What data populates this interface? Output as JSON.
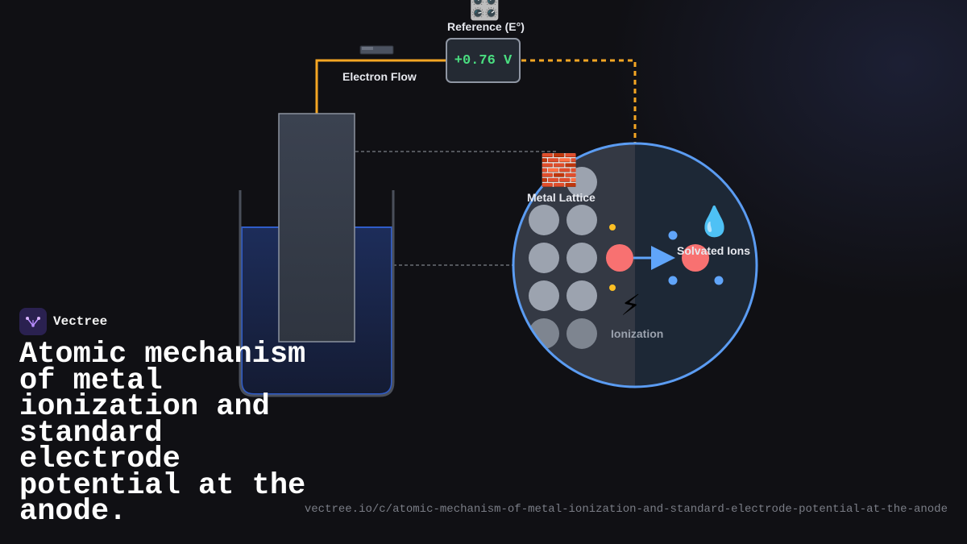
{
  "diagram": {
    "electron_flow_label": "Electron Flow",
    "reference_label": "Reference (E°)",
    "voltage": "+0.76 V",
    "metal_lattice_label": "Metal Lattice",
    "solvated_ions_label": "Solvated Ions",
    "ionization_label": "Ionization",
    "icons": {
      "battery": "battery-icon",
      "reference": "control-knobs-icon",
      "lattice": "brick-icon",
      "solvated": "droplet-icon",
      "ionization": "lightning-icon"
    },
    "colors": {
      "wire": "#f5a623",
      "voltage_text": "#4ade80",
      "electrolyte": "#1c2b55",
      "beaker_outline": "#2f5cc9",
      "zoom_outline": "#5b9cf2",
      "metal_atom": "#9ca3af",
      "ion": "#f87171",
      "electron": "#fbbf24",
      "water": "#60a5fa",
      "arrow": "#60a5fa"
    }
  },
  "footer": {
    "brand_name": "Vectree",
    "title": "Atomic mechanism of metal ionization and standard electrode potential at the anode.",
    "url": "vectree.io/c/atomic-mechanism-of-metal-ionization-and-standard-electrode-potential-at-the-anode"
  }
}
